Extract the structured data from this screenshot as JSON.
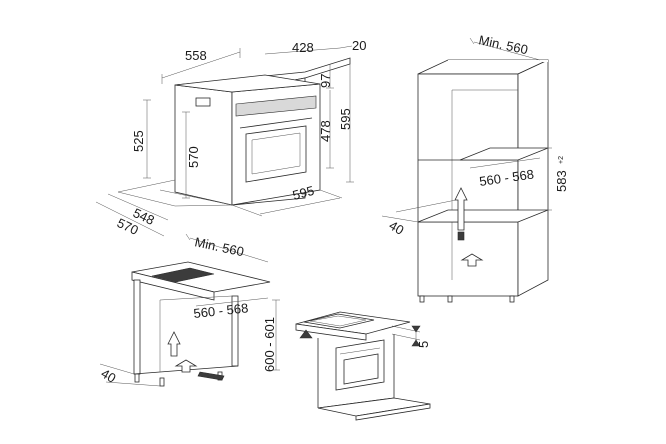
{
  "oven_dims": {
    "width": "558",
    "depth": "428",
    "front": "20",
    "gap": "97",
    "height_inner": "478",
    "height_outer": "595",
    "height_rear": "525",
    "height_side": "570",
    "front_width": "595",
    "depth_a": "548",
    "depth_b": "570"
  },
  "column": {
    "min_width": "Min. 560",
    "niche_width": "560 - 568",
    "niche_height": "583",
    "niche_height_tol": "+2",
    "depth_offset": "40"
  },
  "undercounter": {
    "min_width": "Min. 560",
    "niche_width": "560 - 568",
    "niche_height": "600 - 601",
    "depth_offset": "40"
  },
  "hob_detail": {
    "gap": "5"
  }
}
